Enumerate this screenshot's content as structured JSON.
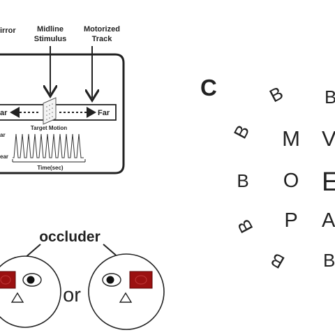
{
  "panel_a": {
    "labels": {
      "mirror": "irror",
      "midline_stimulus_1": "Midline",
      "midline_stimulus_2": "Stimulus",
      "motorized_track_1": "Motorized",
      "motorized_track_2": "Track",
      "near_track": "ar",
      "far_track": "Far",
      "target_motion": "Target Motion",
      "plot_far": "ar",
      "plot_near": "ear",
      "time_axis": "Time(sec)"
    }
  },
  "panel_b": {
    "occluder": "occluder",
    "or": "or"
  },
  "panel_c": {
    "panel_letter": "C",
    "letters": [
      "B",
      "B",
      "B",
      "M",
      "V",
      "B",
      "O",
      "E",
      "B",
      "P",
      "A",
      "B",
      "B"
    ]
  },
  "colors": {
    "occluder_red": "#9b1111",
    "stroke": "#1f1f1f"
  }
}
